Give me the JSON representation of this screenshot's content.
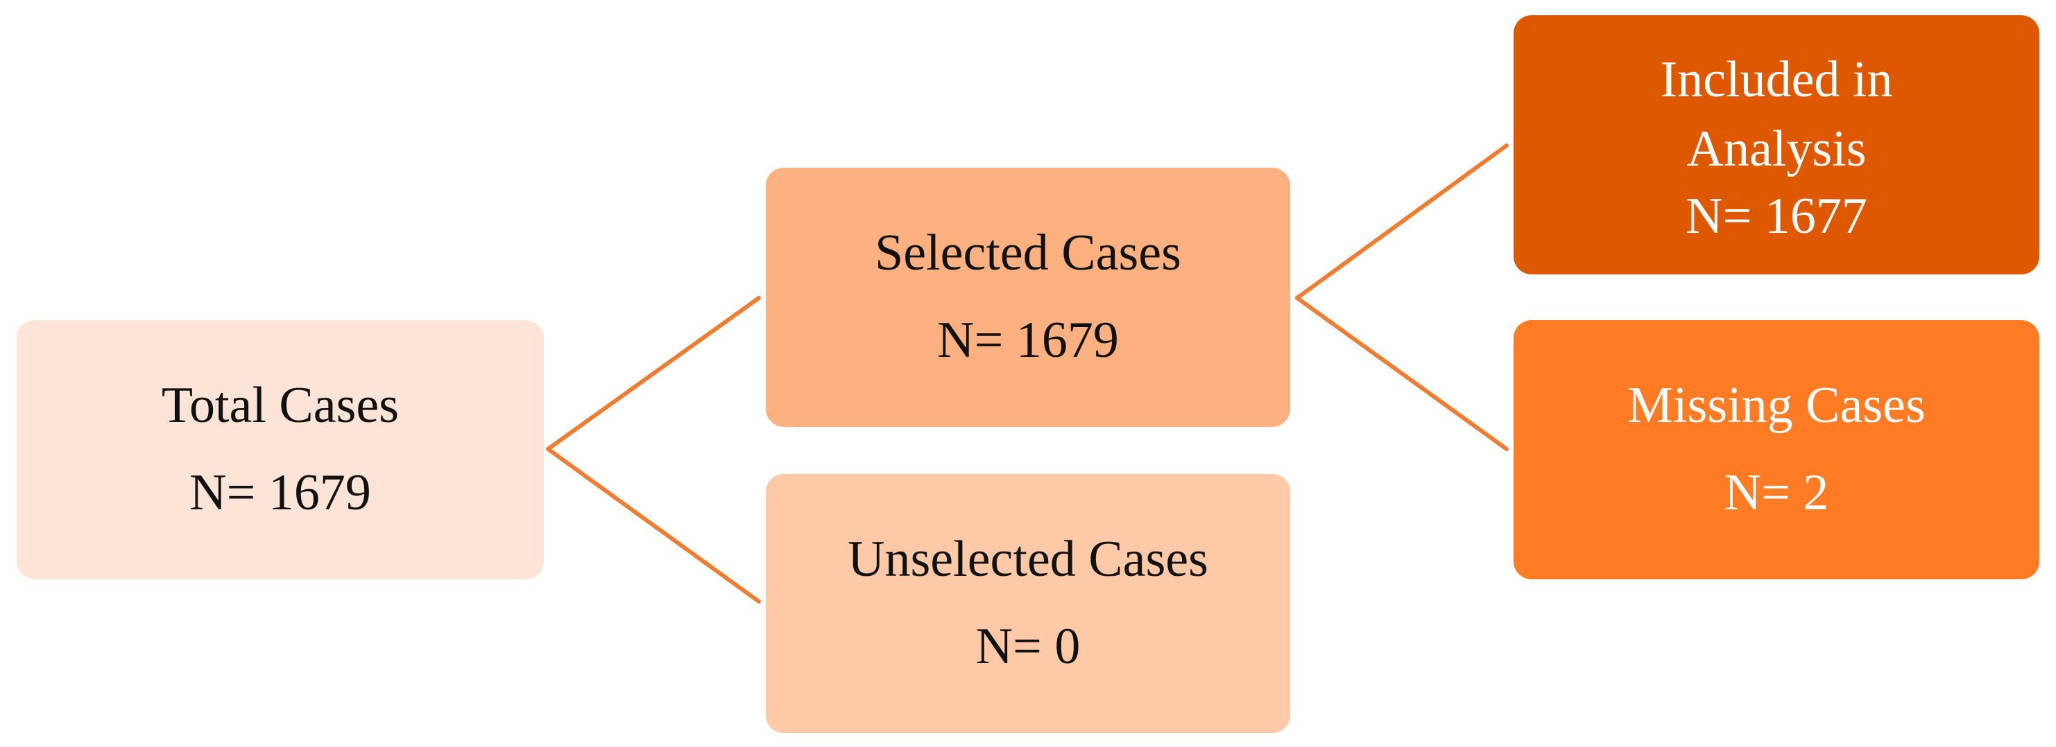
{
  "diagram": {
    "nodes": {
      "total": {
        "label": "Total Cases",
        "count": "N= 1679"
      },
      "selected": {
        "label": "Selected Cases",
        "count": "N= 1679"
      },
      "unselected": {
        "label": "Unselected Cases",
        "count": "N= 0"
      },
      "included": {
        "label": "Included in Analysis",
        "count": "N= 1677"
      },
      "missing": {
        "label": "Missing Cases",
        "count": "N= 2"
      }
    },
    "edges": [
      {
        "from": "total",
        "to": "selected"
      },
      {
        "from": "total",
        "to": "unselected"
      },
      {
        "from": "selected",
        "to": "included"
      },
      {
        "from": "selected",
        "to": "missing"
      }
    ],
    "colors": {
      "connector": "#ee7d31",
      "total": "#fee4d6",
      "selected": "#feb180",
      "unselected": "#fec9a7",
      "included": "#de5800",
      "missing": "#ff7c24"
    }
  }
}
